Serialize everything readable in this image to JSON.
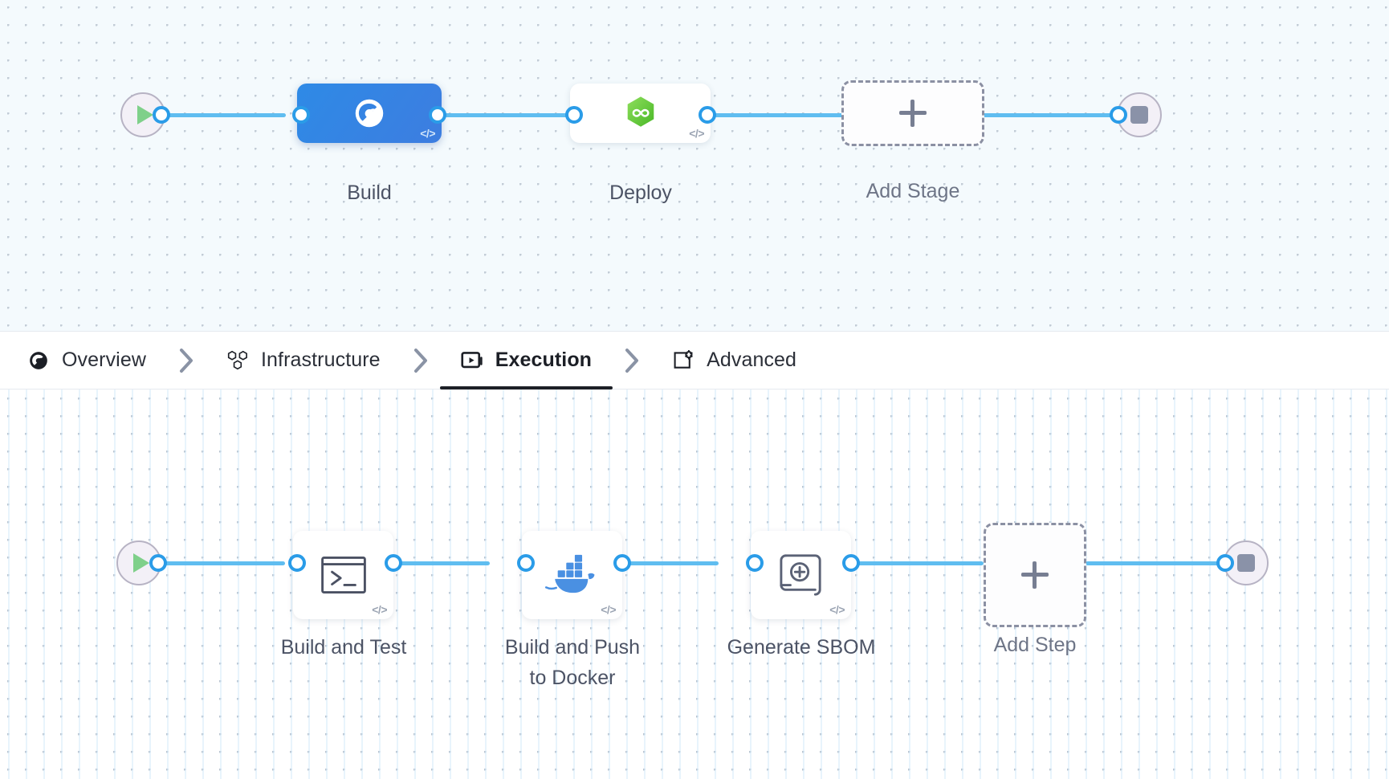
{
  "stages_graph": {
    "start_node": {
      "icon": "play-icon",
      "name": "pipeline-start"
    },
    "end_node": {
      "icon": "stop-icon",
      "name": "pipeline-end"
    },
    "nodes": [
      {
        "id": "build",
        "label": "Build",
        "icon": "ci-build-icon",
        "selected": true,
        "code_badge": "</>"
      },
      {
        "id": "deploy",
        "label": "Deploy",
        "icon": "cd-deploy-icon",
        "selected": false,
        "code_badge": "</>"
      },
      {
        "id": "add-stage",
        "label": "Add Stage",
        "icon": "plus-icon",
        "dashed": true
      }
    ]
  },
  "tabs": {
    "separator": "chevron-right-icon",
    "items": [
      {
        "id": "overview",
        "label": "Overview",
        "icon": "overview-icon",
        "active": false
      },
      {
        "id": "infrastructure",
        "label": "Infrastructure",
        "icon": "infrastructure-icon",
        "active": false
      },
      {
        "id": "execution",
        "label": "Execution",
        "icon": "execution-icon",
        "active": true
      },
      {
        "id": "advanced",
        "label": "Advanced",
        "icon": "advanced-icon",
        "active": false
      }
    ]
  },
  "steps_graph": {
    "start_node": {
      "icon": "play-icon",
      "name": "execution-start"
    },
    "end_node": {
      "icon": "stop-icon",
      "name": "execution-end"
    },
    "nodes": [
      {
        "id": "build-and-test",
        "label": "Build and Test",
        "icon": "terminal-icon",
        "code_badge": "</>"
      },
      {
        "id": "build-push-docker",
        "label": "Build and Push\nto Docker",
        "icon": "docker-icon",
        "code_badge": "</>"
      },
      {
        "id": "generate-sbom",
        "label": "Generate SBOM",
        "icon": "sbom-icon",
        "code_badge": "</>"
      },
      {
        "id": "add-step",
        "label": "Add Step",
        "icon": "plus-icon",
        "dashed": true
      }
    ]
  },
  "colors": {
    "edge": "#5fbdf0",
    "port_ring": "#2a9ce8",
    "selected_stage": "#2e8ae6",
    "deploy_icon": "#68c72f",
    "docker_icon": "#4a90e2",
    "canvas_top": "#f4fafd",
    "canvas_bottom": "#ffffff",
    "active_tab_underline": "#1c1f26"
  }
}
